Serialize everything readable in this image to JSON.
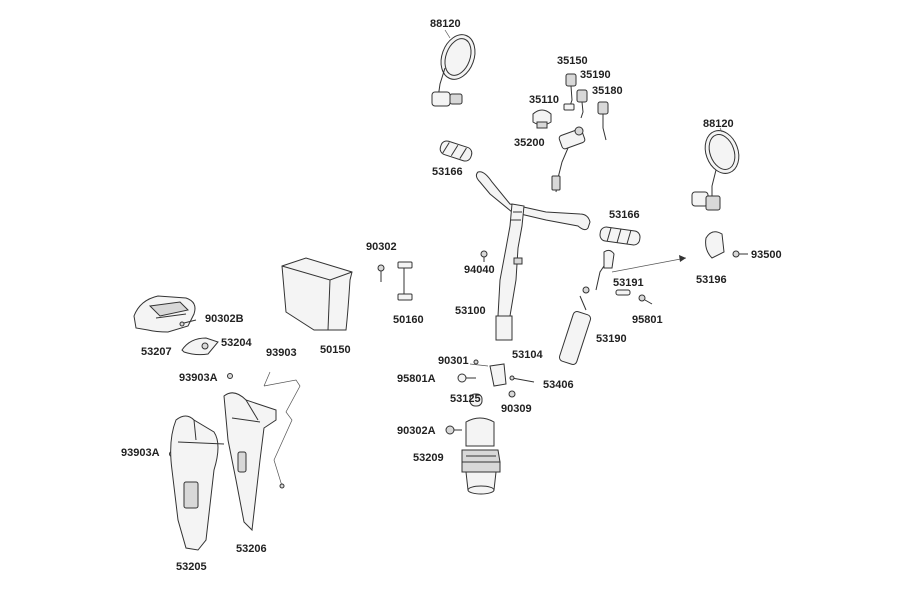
{
  "labels": {
    "p88120_left": "88120",
    "p88120_right": "88120",
    "p35150": "35150",
    "p35190": "35190",
    "p35110": "35110",
    "p35180": "35180",
    "p35200": "35200",
    "p53166_left": "53166",
    "p53166_right": "53166",
    "p93500": "93500",
    "p53196": "53196",
    "p90302": "90302",
    "p94040": "94040",
    "p53191": "53191",
    "p95801": "95801",
    "p50150": "50150",
    "p50160": "50160",
    "p53100": "53100",
    "p53190": "53190",
    "p90302B": "90302B",
    "p53207": "53207",
    "p53204": "53204",
    "p93903": "93903",
    "p93903A_top": "93903A",
    "p90301": "90301",
    "p53104": "53104",
    "p95801A": "95801A",
    "p53406": "53406",
    "p53125": "53125",
    "p90309": "90309",
    "p90302A": "90302A",
    "p53209": "53209",
    "p93903A_left": "93903A",
    "p53205": "53205",
    "p53206": "53206"
  }
}
